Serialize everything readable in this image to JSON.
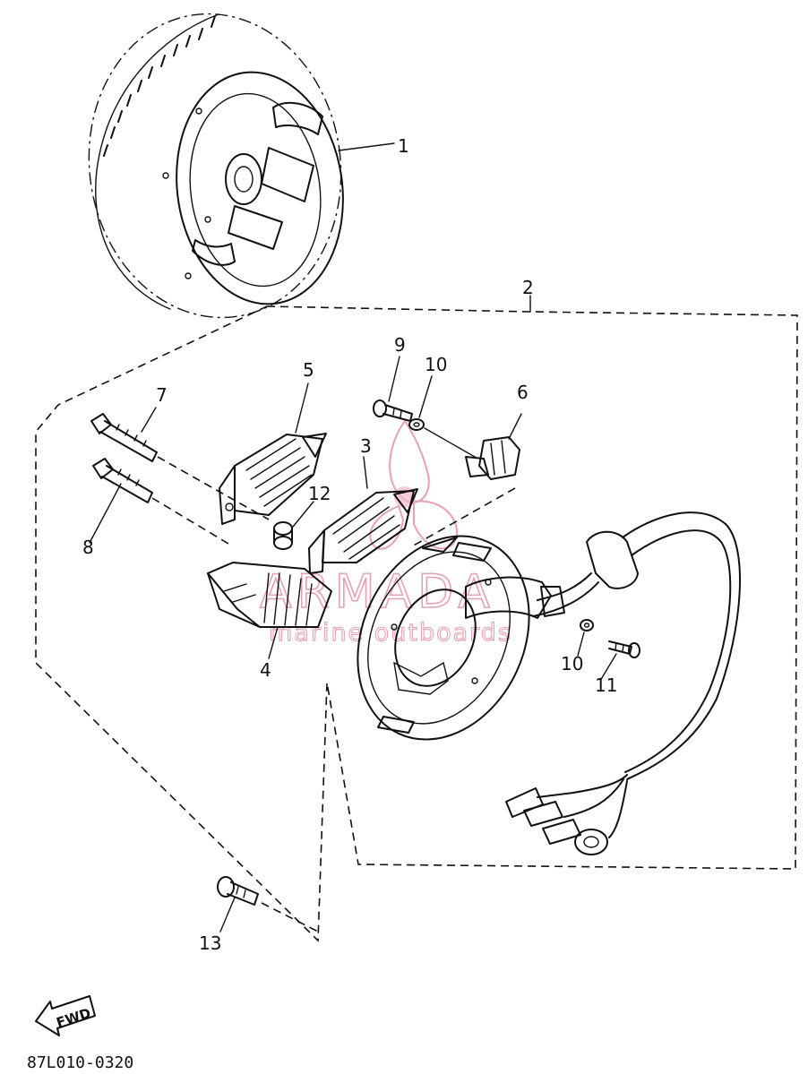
{
  "labels": {
    "p1": "1",
    "p2": "2",
    "p3": "3",
    "p4": "4",
    "p5": "5",
    "p6": "6",
    "p7": "7",
    "p8": "8",
    "p9": "9",
    "p10a": "10",
    "p10b": "10",
    "p11": "11",
    "p12": "12",
    "p13": "13"
  },
  "watermark": {
    "brand": "ARMADA",
    "tagline": "marine outboards"
  },
  "fwd_label": "FWD",
  "diagram_code": "87L010-0320",
  "colors": {
    "line": "#111111",
    "watermark": "#e8a0b4"
  }
}
